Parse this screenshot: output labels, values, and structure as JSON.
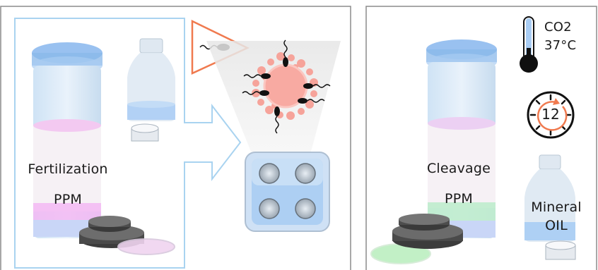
{
  "left_panel": {
    "bottle_label": "Fertilization",
    "bottle_medium": "PPM"
  },
  "right_panel": {
    "bottle_label": "Cleavage",
    "bottle_medium": "PPM",
    "oil_label_line1": "Mineral",
    "oil_label_line2": "OIL",
    "incubator_gas": "CO2",
    "incubator_temp": "37°C",
    "timer_value": "12"
  },
  "colors": {
    "panel_border": "#8c8c8c",
    "frame_blue": "#a9d3f0",
    "oocyte": "#f6a39a",
    "arrow_triangle": "#f07a4f",
    "timer_arrow": "#f07a4f"
  }
}
